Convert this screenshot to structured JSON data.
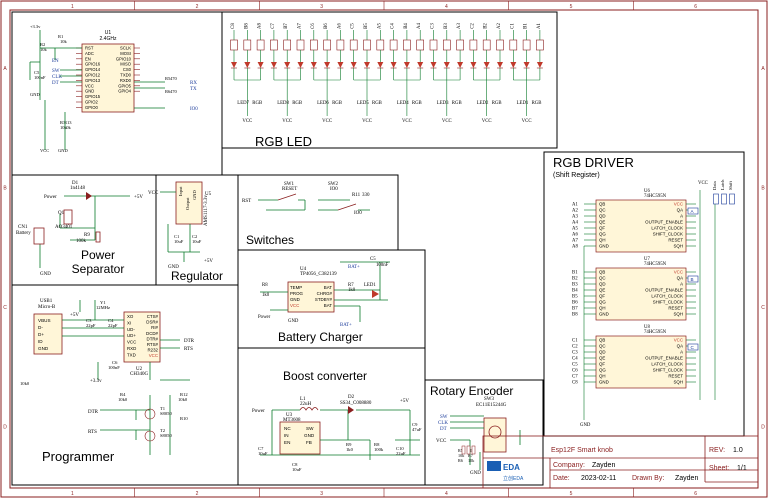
{
  "frame": {
    "col_labels": [
      "1",
      "2",
      "3",
      "4",
      "5",
      "6"
    ],
    "row_labels": [
      "A",
      "B",
      "C",
      "D"
    ]
  },
  "blocks": {
    "rgb_led": "RGB LED",
    "rgb_driver": "RGB DRIVER",
    "rgb_driver_sub": "(Shift Register)",
    "power_separator_1": "Power",
    "power_separator_2": "Separator",
    "regulator": "Regulator",
    "switches": "Switches",
    "battery_charger": "Battery Charger",
    "programmer": "Programmer",
    "boost_converter": "Boost converter",
    "rotary_encoder": "Rotary Encoder"
  },
  "mcu": {
    "ref": "U1",
    "value": "2.4GHz",
    "pins_left": [
      "RST",
      "ADC",
      "EN",
      "GPIO16",
      "GPIO14",
      "GPIO12",
      "GPIO13",
      "VCC",
      "GND",
      "GPIO15",
      "GPIO2",
      "GPIO0"
    ],
    "pins_right": [
      "SCLK",
      "MOSI",
      "GPIO10",
      "MISO",
      "CS0",
      "TXD0",
      "RXD0",
      "GPIO5",
      "GPIO4"
    ],
    "nets_left": [
      "EN",
      "SW",
      "CLK",
      "DT"
    ],
    "nets_right": [
      "RX",
      "TX",
      "IO0"
    ],
    "labels": [
      "+3.3v",
      "R1",
      "10k",
      "R2",
      "10k",
      "R3",
      "10k",
      "R5",
      "470",
      "R6",
      "470",
      "R13",
      "10k",
      "C5",
      "100nF",
      "GND",
      "VCC",
      "GND"
    ]
  },
  "leds": {
    "top_labels": [
      "C8",
      "B8",
      "A8",
      "C7",
      "B7",
      "A7",
      "C6",
      "B6",
      "A6",
      "C5",
      "B5",
      "A5",
      "C4",
      "B4",
      "A4",
      "C3",
      "B3",
      "A3",
      "C2",
      "B2",
      "A2",
      "C1",
      "B1",
      "A1"
    ],
    "names": [
      "LED7",
      "LED8",
      "LED6",
      "LED5",
      "LED4",
      "LED3",
      "LED2",
      "LED1"
    ],
    "parts": [
      "RGB",
      "RGB",
      "RGB",
      "RGB",
      "RGB",
      "RGB",
      "RGB",
      "RGB"
    ],
    "vcc": "VCC"
  },
  "driver": {
    "chips": [
      {
        "ref": "U6",
        "part": "74HC595N",
        "out": "A",
        "inputs": [
          "A1",
          "A2",
          "A3",
          "A4",
          "A5",
          "A6",
          "A7",
          "A8"
        ]
      },
      {
        "ref": "U7",
        "part": "74HC595N",
        "out": "B",
        "inputs": [
          "B1",
          "B2",
          "B3",
          "B4",
          "B5",
          "B6",
          "B7",
          "B8"
        ]
      },
      {
        "ref": "U8",
        "part": "74HC595N",
        "out": "C",
        "inputs": [
          "C1",
          "C2",
          "C3",
          "C4",
          "C5",
          "C6",
          "C7",
          "C8"
        ]
      }
    ],
    "pins_left": [
      "QB",
      "QC",
      "QD",
      "QE",
      "QF",
      "QG",
      "QH",
      "GND"
    ],
    "pins_right": [
      "VCC",
      "QA",
      "A",
      "OUTPUT_ENABLE",
      "LATCH_CLOCK",
      "SHIFT_CLOCK",
      "RESET",
      "SQH"
    ],
    "header": [
      "Data",
      "Latch",
      "Shift"
    ],
    "vcc": "VCC",
    "gnd": "GND"
  },
  "power_sep": {
    "d1": "D1",
    "d1_val": "1n4148",
    "q1": "Q1",
    "q1_val": "AO3401",
    "r": "R9",
    "r_val": "100k",
    "cn1": "CN1",
    "cn1_val": "Battery",
    "power": "Power",
    "plus": "+5V",
    "gnd": "GND"
  },
  "regulator": {
    "ref": "U5",
    "part": "AMS1117-3.3v",
    "pins": [
      "Input",
      "Output",
      "GND"
    ],
    "c1": "C1",
    "c1_val": "10uF",
    "c2": "C2",
    "c2_val": "10uF",
    "vcc": "VCC",
    "plus": "+5V",
    "gnd": "GND"
  },
  "switches": {
    "sw1": "SW1",
    "sw1_val": "RESET",
    "sw2": "SW2",
    "sw2_val": "IO0",
    "rst": "RST",
    "io0": "IO0",
    "r": "R11",
    "r_val": "330"
  },
  "charger": {
    "ref": "U4",
    "part": "TP4056_C382139",
    "pins_left": [
      "TEMP",
      "PROG",
      "GND",
      "VCC"
    ],
    "pins_right": [
      "BAT",
      "CHRG#",
      "STDBY#",
      "BAT"
    ],
    "extra": [
      "R8",
      "1k0",
      "R7",
      "1k0",
      "LED1",
      "C5",
      "100nF",
      "BAT+",
      "BAT+",
      "Power",
      "GND"
    ]
  },
  "programmer": {
    "usb": "USB1",
    "usb_val": "Micro-B",
    "usb_pins": [
      "VBUS",
      "D-",
      "D+",
      "ID",
      "GND"
    ],
    "ic": "U2",
    "ic_val": "CH340G",
    "ic_pins_left": [
      "XO",
      "XI",
      "UD-",
      "UD+",
      "VCC",
      "RXD",
      "TXD"
    ],
    "ic_pins_right": [
      "CTS#",
      "DSR#",
      "RI#",
      "DCD#",
      "DTR#",
      "RTS#",
      "R232",
      "VCC"
    ],
    "nets": [
      "DTR",
      "RTS",
      "+5V",
      "+3.3v"
    ],
    "extra": [
      "R4",
      "10k0",
      "R12",
      "10k0",
      "T1",
      "S8050",
      "T2",
      "S8050",
      "Y1",
      "12MHz",
      "C3",
      "22pF",
      "C4",
      "22pF",
      "C6",
      "100nF",
      "R10",
      "10k0"
    ],
    "dtr_in": "DTR",
    "rts_in": "RTS"
  },
  "boost": {
    "l1": "L1",
    "l1_val": "22uH",
    "d2": "D2",
    "d2_val": "SS34_C008880",
    "ic": "U3",
    "ic_val": "MT3608",
    "ic_pins": [
      "SW",
      "GND",
      "IN",
      "EN",
      "FB",
      "NC"
    ],
    "extra": [
      "C7",
      "10uF",
      "C8",
      "10uF",
      "C9",
      "47uF",
      "R8",
      "100k",
      "R9",
      "1k0",
      "C10",
      "22uF"
    ],
    "plus": "+5V",
    "power": "Power"
  },
  "encoder": {
    "ref": "SW3",
    "part": "EC11E15244G",
    "nets": [
      "SW",
      "CLK",
      "DT",
      "VCC",
      "GND"
    ],
    "extra": [
      "R5",
      "10k",
      "R6",
      "10k",
      "R7",
      "10k"
    ]
  },
  "title_block": {
    "title_prefix": "Esp12F Smart knob",
    "rev_label": "REV:",
    "rev": "1.0",
    "company_label": "Company:",
    "company": "Zayden",
    "sheet_label": "Sheet:",
    "sheet": "1/1",
    "date_label": "Date:",
    "date": "2023-02-11",
    "drawn_label": "Drawn By:",
    "drawn": "Zayden",
    "logo_text": "EDA",
    "logo_sub": "立创EDA"
  }
}
